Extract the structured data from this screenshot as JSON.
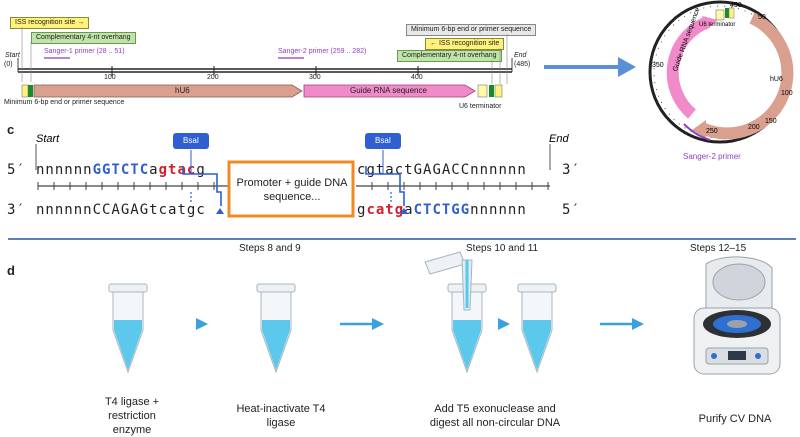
{
  "panel_a": {
    "iss_left": "ISS recognition site →",
    "overhang_left": "Complementary 4-nt overhang",
    "sanger1": "Sanger-1 primer (28 .. 51)",
    "start_label": "Start",
    "start_pos": "(0)",
    "min_left": "Minimum 6-bp end or primer sequence",
    "tick_100": "100",
    "tick_200": "200",
    "tick_300": "300",
    "tick_400": "400",
    "hu6": "hU6",
    "guide": "Guide RNA sequence",
    "sanger2": "Sanger-2 primer (259 .. 282)",
    "min_right": "Minimum 6-bp end or primer sequence",
    "iss_right": "← ISS recognition site",
    "overhang_right": "Complementary 4-nt overhang",
    "end_label": "End",
    "end_pos": "(485)",
    "u6_term": "U6 terminator"
  },
  "panel_b": {
    "t450": "450",
    "t50": "50",
    "t100": "100",
    "t150": "150",
    "t200": "200",
    "t250": "250",
    "t350": "350",
    "u6_term": "U6 terminator",
    "hu6": "hU6",
    "guide": "Guide RNA sequence",
    "sanger2": "Sanger-2 primer"
  },
  "panel_c": {
    "label": "c",
    "start": "Start",
    "end": "End",
    "bsai": "BsaI",
    "five": "5′",
    "three": "3′",
    "top_n_left": "nnnnnn",
    "top_site_left": "GGTCTC",
    "top_a_left": "a",
    "top_over_left": "gtac",
    "top_g_left": "g",
    "top_c_right": "c",
    "top_gtact": "gtact",
    "top_site_right": "GAGACC",
    "top_n_right": "nnnnnn",
    "bot_n_left": "nnnnnn",
    "bot_site_left": "CCAGAG",
    "bot_t_left": "t",
    "bot_catg_left": "catg",
    "bot_c_left": "c",
    "bot_g_right": "g",
    "bot_over_right": "catg",
    "bot_a_right": "a",
    "bot_site_right": "CTCTGG",
    "bot_n_right": "nnnnnn",
    "insert": "Promoter + guide DNA sequence..."
  },
  "panel_d": {
    "label": "d",
    "steps_a": "Steps 8 and 9",
    "steps_b": "Steps 10 and 11",
    "steps_c": "Steps 12–15",
    "cap1": "T4 ligase + restriction enzyme",
    "cap2": "Heat-inactivate T4 ligase",
    "cap3": "Add T5 exonuclease and digest all non-circular DNA",
    "cap4": "Purify CV DNA"
  },
  "colors": {
    "hu6": "#d9a08f",
    "guide": "#f08ac8",
    "yellow": "#fff27a",
    "green": "#1a8a2a",
    "blue": "#2f5fd0",
    "red": "#d0202a",
    "orange": "#f08a24",
    "arrow": "#5b8fd6",
    "divider": "#5b7fb8",
    "liquid": "#5cc8ec"
  }
}
